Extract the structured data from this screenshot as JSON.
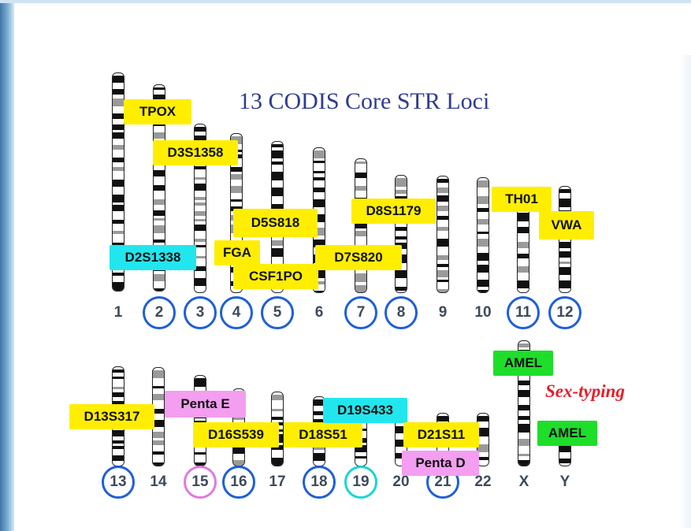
{
  "title": "13 CODIS Core STR Loci",
  "annotation": "Sex-typing",
  "colors": {
    "yellow_tag": "#ffee00",
    "cyan_tag": "#22e6ee",
    "pink_tag": "#f39ef0",
    "green_tag": "#1ede2a",
    "circle_core": "#1f5fd8",
    "circle_pink": "#e07ae0",
    "circle_cyan": "#17d6d6",
    "title_color": "#2f3c8c",
    "sex_typing_color": "#e3202b"
  },
  "chromosomes_row1": [
    "1",
    "2",
    "3",
    "4",
    "5",
    "6",
    "7",
    "8",
    "9",
    "10",
    "11",
    "12"
  ],
  "chromosomes_row2": [
    "13",
    "14",
    "15",
    "16",
    "17",
    "18",
    "19",
    "20",
    "21",
    "22",
    "X",
    "Y"
  ],
  "circled": {
    "core": [
      "2",
      "3",
      "4",
      "5",
      "7",
      "8",
      "11",
      "12",
      "13",
      "16",
      "18",
      "21"
    ],
    "pink": [
      "15"
    ],
    "cyan": [
      "19"
    ]
  },
  "loci": {
    "tpox": "TPOX",
    "d3s1358": "D3S1358",
    "d2s1338": "D2S1338",
    "fga": "FGA",
    "d5s818": "D5S818",
    "csf1po": "CSF1PO",
    "d7s820": "D7S820",
    "d8s1179": "D8S1179",
    "th01": "TH01",
    "vwa": "VWA",
    "amel_x": "AMEL",
    "amel_y": "AMEL",
    "d13s317": "D13S317",
    "penta_e": "Penta E",
    "d16s539": "D16S539",
    "d18s51": "D18S51",
    "d19s433": "D19S433",
    "d21s11": "D21S11",
    "penta_d": "Penta D"
  }
}
